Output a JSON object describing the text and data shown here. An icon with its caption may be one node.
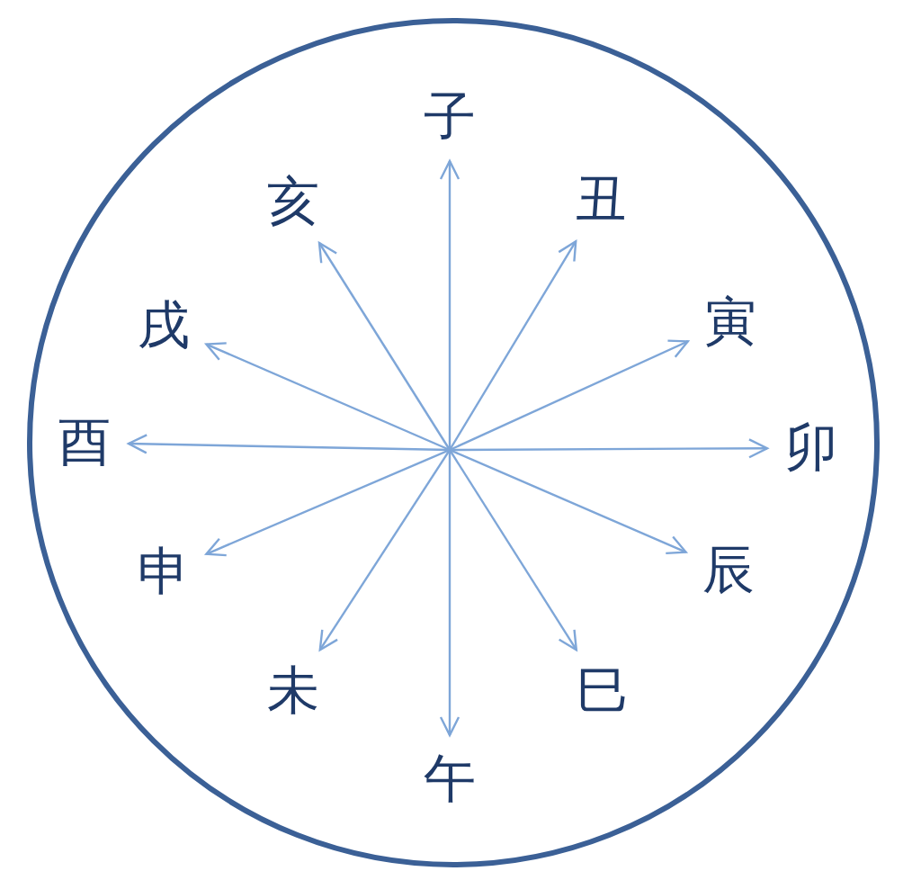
{
  "diagram": {
    "nodes": [
      {
        "text": [],
        "shape": "circle"
      },
      {
        "text": [
          "子"
        ],
        "in": 0
      },
      {
        "text": [
          "丑"
        ],
        "in": 0
      },
      {
        "text": [
          "寅"
        ],
        "in": 0
      },
      {
        "text": [
          "卯"
        ],
        "in": 0
      },
      {
        "text": [
          "辰"
        ],
        "in": 0
      },
      {
        "text": [
          "巳"
        ],
        "in": 0
      },
      {
        "text": [
          "午"
        ],
        "in": 0
      },
      {
        "text": [
          "未"
        ],
        "in": 0
      },
      {
        "text": [
          "申"
        ],
        "in": 0
      },
      {
        "text": [
          "酉"
        ],
        "in": 0
      },
      {
        "text": [
          "戌"
        ],
        "in": 0
      },
      {
        "text": [
          "亥"
        ],
        "in": 0
      }
    ],
    "edges": [
      {
        "from": null,
        "to": 1,
        "arrow": "to"
      },
      {
        "from": null,
        "to": 2,
        "arrow": "to"
      },
      {
        "from": null,
        "to": 3,
        "arrow": "to"
      },
      {
        "from": null,
        "to": 4,
        "arrow": "to"
      },
      {
        "from": null,
        "to": 5,
        "arrow": "to"
      },
      {
        "from": null,
        "to": 6,
        "arrow": "to"
      },
      {
        "from": null,
        "to": 7,
        "arrow": "to"
      },
      {
        "from": null,
        "to": 8,
        "arrow": "to"
      },
      {
        "from": null,
        "to": 9,
        "arrow": "to"
      },
      {
        "from": null,
        "to": 10,
        "arrow": "to"
      },
      {
        "from": null,
        "to": 11,
        "arrow": "to"
      },
      {
        "from": null,
        "to": 12,
        "arrow": "to"
      }
    ]
  }
}
